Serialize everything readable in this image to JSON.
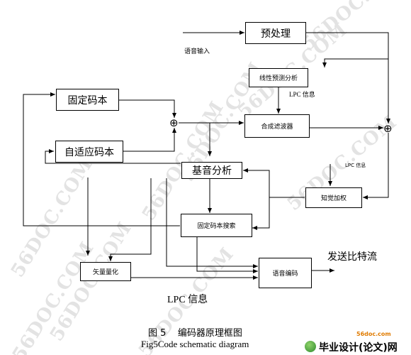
{
  "watermark": {
    "text": "56DOC.COM"
  },
  "blocks": {
    "preprocess": "预处理",
    "lpa": "线性预测分析",
    "fixed_codebook": "固定码本",
    "adaptive_codebook": "自适应码本",
    "synthesis_filter": "合成滤波器",
    "pitch_analysis": "基音分析",
    "perceptual_weighting": "知觉加权",
    "fixed_codebook_search": "固定码本搜索",
    "vector_quantization": "矢量量化",
    "speech_encoding": "语音编码"
  },
  "labels": {
    "speech_input": "语音输入",
    "lpc_info_top": "LPC 信息",
    "lpc_info_right": "LPC 信息",
    "send_bitstream": "发送比特流",
    "lpc_info_bottom": "LPC 信息",
    "plus_symbol": "⊕"
  },
  "caption": {
    "cn": "图 5    编码器原理框图",
    "en": "Fig5Code schematic diagram"
  },
  "logo": {
    "site": "56doc.com",
    "name": "毕业设计(论文)网",
    "site_color": "#e07b00",
    "name_color": "#000000"
  }
}
